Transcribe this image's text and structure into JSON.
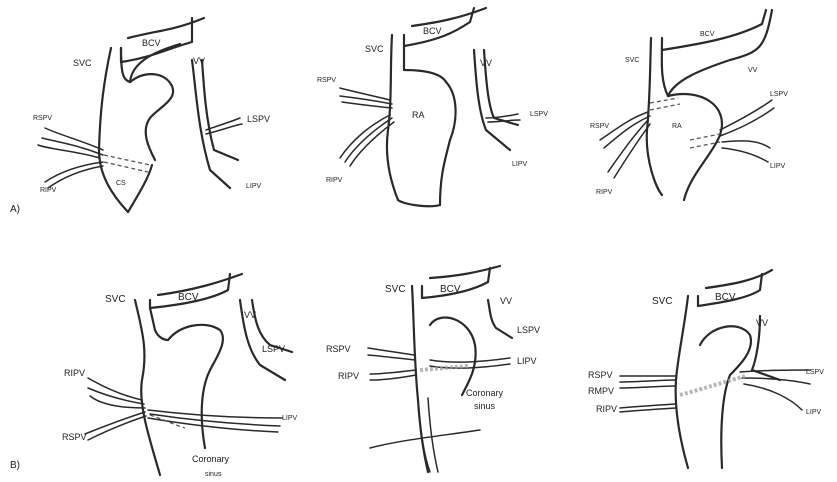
{
  "panel_labels": {
    "a": "A)",
    "b": "B)"
  },
  "diagrams": [
    {
      "id": "a1",
      "labels": {
        "svc": "SVC",
        "bcv": "BCV",
        "vv": "VV",
        "rspv": "RSPV",
        "ripv": "RIPV",
        "lspv": "LSPV",
        "lipv": "LIPV",
        "cs": "CS"
      }
    },
    {
      "id": "a2",
      "labels": {
        "svc": "SVC",
        "bcv": "BCV",
        "vv": "VV",
        "rspv": "RSPV",
        "ripv": "RIPV",
        "lspv": "LSPV",
        "lipv": "LIPV",
        "ra": "RA"
      }
    },
    {
      "id": "a3",
      "labels": {
        "svc": "SVC",
        "bcv": "BCV",
        "vv": "VV",
        "rspv": "RSPV",
        "ripv": "RIPV",
        "lspv": "LSPV",
        "lipv": "LIPV",
        "ra": "RA"
      }
    },
    {
      "id": "b1",
      "labels": {
        "svc": "SVC",
        "bcv": "BCV",
        "vv": "VV",
        "lspv": "LSPV",
        "ripv": "RIPV",
        "rspv": "RSPV",
        "lipv": "LIPV",
        "cs_1": "Coronary",
        "cs_2": "sinus"
      }
    },
    {
      "id": "b2",
      "labels": {
        "svc": "SVC",
        "bcv": "BCV",
        "vv": "VV",
        "lspv": "LSPV",
        "rspv": "RSPV",
        "ripv": "RIPV",
        "lipv": "LIPV",
        "cs_1": "Coronary",
        "cs_2": "sinus"
      }
    },
    {
      "id": "b3",
      "labels": {
        "svc": "SVC",
        "bcv": "BCV",
        "vv": "VV",
        "rspv": "RSPV",
        "rmpv": "RMPV",
        "ripv": "RIPV",
        "lspv": "LSPV",
        "lipv": "LIPV"
      }
    }
  ]
}
